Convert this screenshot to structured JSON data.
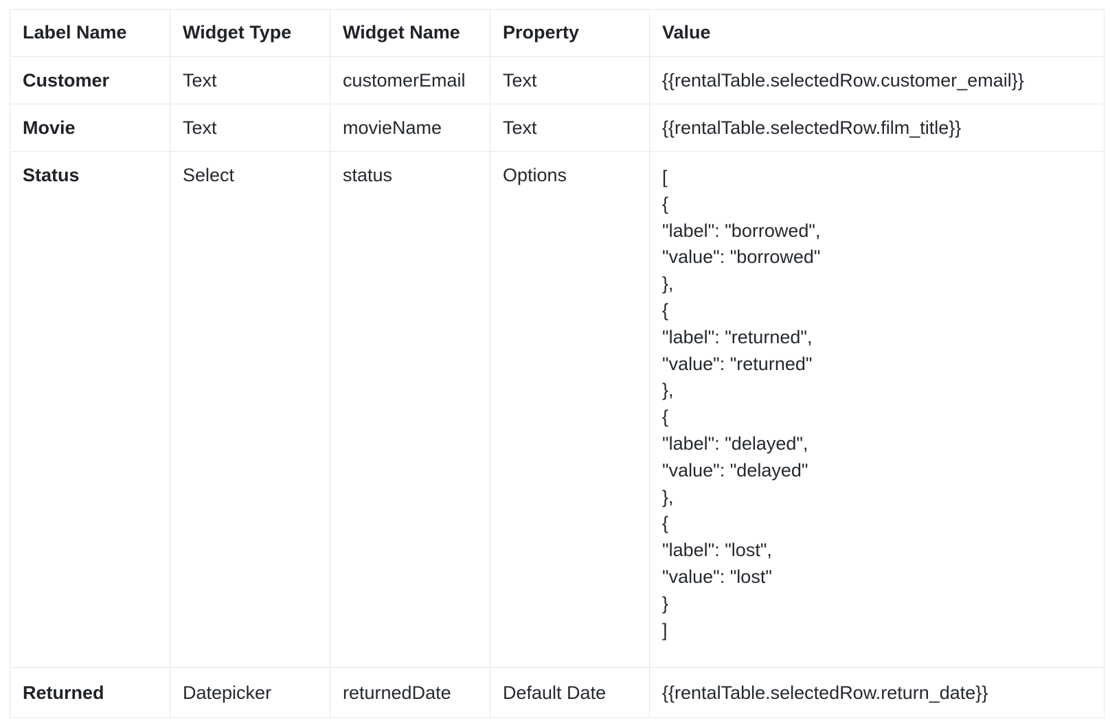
{
  "table": {
    "name": "widget-specification-table",
    "columns": [
      {
        "key": "label_name",
        "header": "Label Name"
      },
      {
        "key": "widget_type",
        "header": "Widget Type"
      },
      {
        "key": "widget_name",
        "header": "Widget Name"
      },
      {
        "key": "property",
        "header": "Property"
      },
      {
        "key": "value",
        "header": "Value"
      }
    ],
    "rows": [
      {
        "label_name": "Customer",
        "widget_type": "Text",
        "widget_name": "customerEmail",
        "property": "Text",
        "value": "{{rentalTable.selectedRow.customer_email}}"
      },
      {
        "label_name": "Movie",
        "widget_type": "Text",
        "widget_name": "movieName",
        "property": "Text",
        "value": "{{rentalTable.selectedRow.film_title}}"
      },
      {
        "label_name": "Status",
        "widget_type": "Select",
        "widget_name": "status",
        "property": "Options",
        "value": "[\n{\n\"label\": \"borrowed\",\n\"value\": \"borrowed\"\n},\n{\n\"label\": \"returned\",\n\"value\": \"returned\"\n},\n{\n\"label\": \"delayed\",\n\"value\": \"delayed\"\n},\n{\n\"label\": \"lost\",\n\"value\": \"lost\"\n}\n]"
      },
      {
        "label_name": "Returned",
        "widget_type": "Datepicker",
        "widget_name": "returnedDate",
        "property": "Default Date",
        "value": "{{rentalTable.selectedRow.return_date}}"
      }
    ]
  },
  "colors": {
    "text": "#24292f",
    "heading_text": "#1f2328",
    "border": "#e8e8e8",
    "background": "#ffffff"
  }
}
